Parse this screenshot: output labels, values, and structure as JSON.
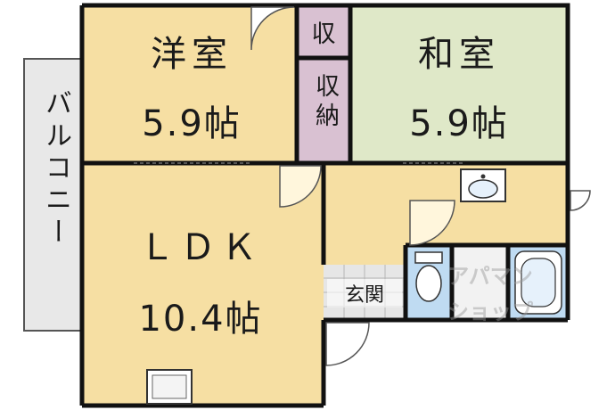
{
  "rooms": {
    "western": {
      "name": "洋室",
      "size": "5.9帖"
    },
    "japanese": {
      "name": "和室",
      "size": "5.9帖"
    },
    "ldk": {
      "name": "ＬＤＫ",
      "size": "10.4帖"
    },
    "storage": {
      "top": "収",
      "name": "収納"
    },
    "entrance": {
      "name": "玄関"
    },
    "balcony": {
      "name": "バルコニー"
    }
  },
  "colors": {
    "room_fill": "#f6dfa3",
    "japanese_fill": "#dfe8c8",
    "storage_fill": "#d9c1d2",
    "balcony_fill": "#e8e8e8",
    "bath_fill": "#bfdbf2",
    "wall": "#111111"
  },
  "watermark": "アパマンショップ"
}
